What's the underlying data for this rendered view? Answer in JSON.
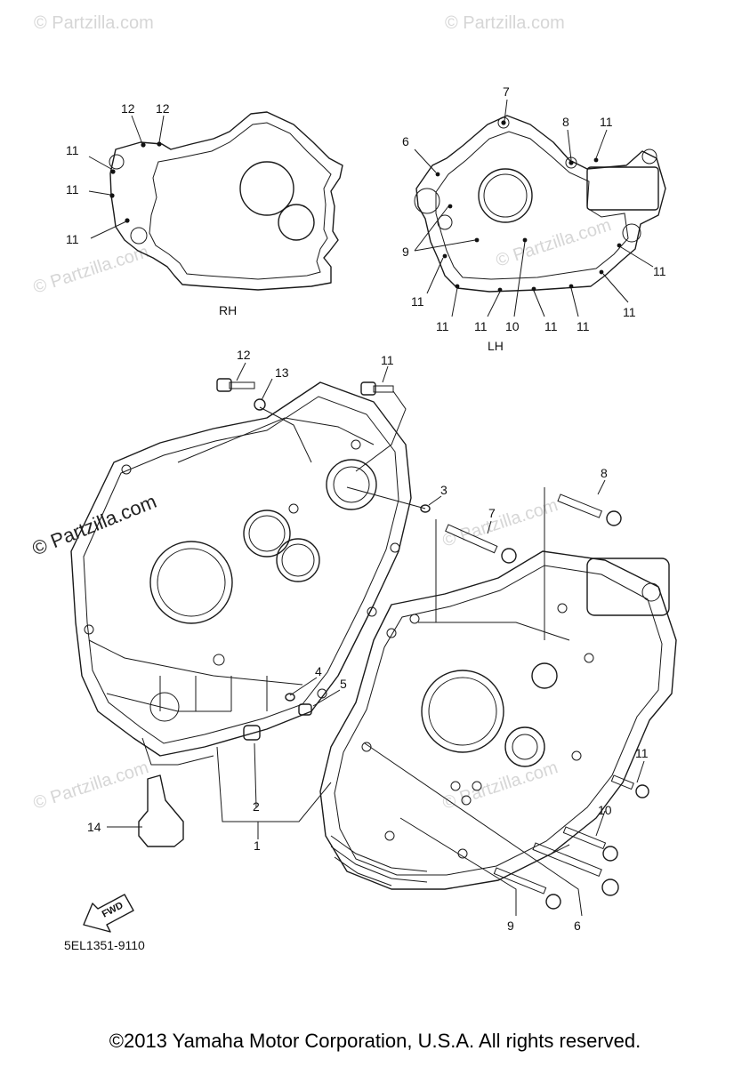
{
  "watermark": "© Partzilla.com",
  "labels": {
    "rh": "RH",
    "lh": "LH",
    "fwd": "FWD",
    "part_code": "5EL1351-9110"
  },
  "callouts_rh": [
    "12",
    "12",
    "11",
    "11",
    "11"
  ],
  "callouts_lh": [
    "7",
    "8",
    "11",
    "6",
    "9",
    "11",
    "11",
    "11",
    "11",
    "10",
    "11",
    "11",
    "11"
  ],
  "callouts_main": [
    "12",
    "13",
    "11",
    "3",
    "8",
    "7",
    "4",
    "5",
    "2",
    "1",
    "14",
    "11",
    "10",
    "9",
    "6"
  ],
  "copyright": "©2013 Yamaha Motor Corporation, U.S.A. All rights reserved."
}
